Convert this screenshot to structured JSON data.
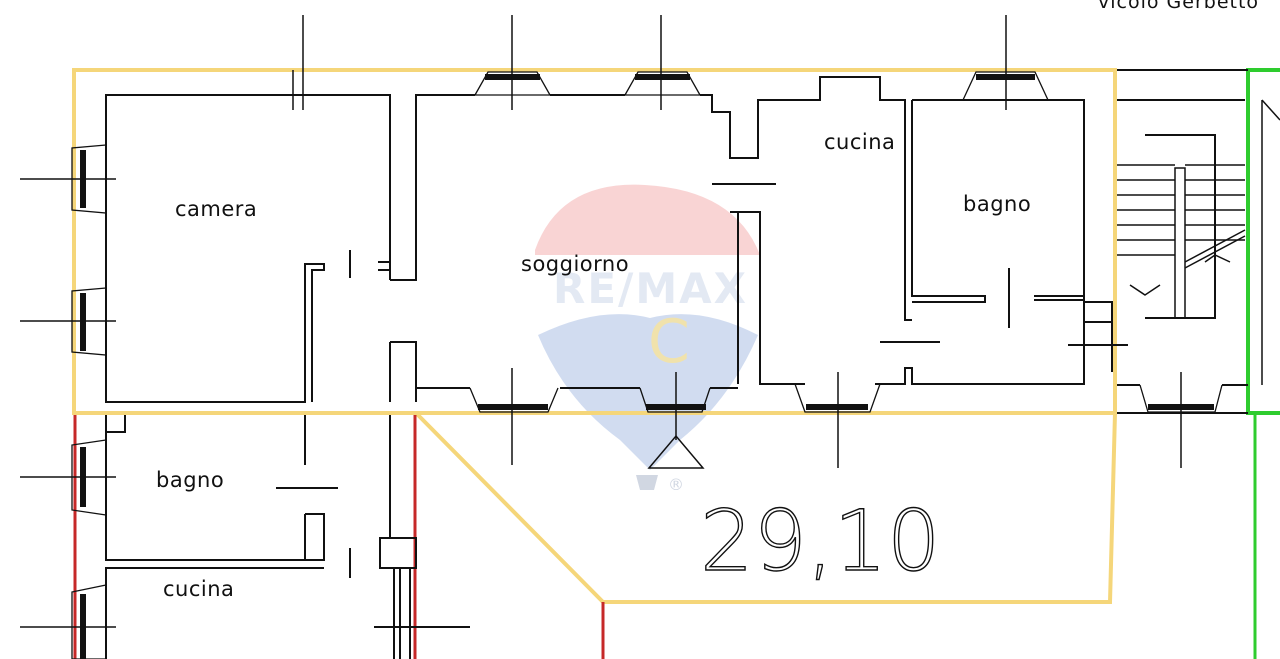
{
  "street_label": "vicolo Gerbetto",
  "rooms": {
    "camera": "camera",
    "soggiorno": "soggiorno",
    "cucina_main": "cucina",
    "bagno_main": "bagno",
    "bagno_lower": "bagno",
    "cucina_lower": "cucina"
  },
  "area_label": "29,10",
  "watermark": {
    "text": "RE/MAX",
    "letter": "C",
    "registered": "®"
  },
  "colors": {
    "wall": "#111111",
    "highlight_yellow": "#f5d67a",
    "boundary_red": "#c62828",
    "boundary_green": "#2ecc2e",
    "watermark_red": "#e8504f",
    "watermark_blue": "#3f6fbf",
    "watermark_gold": "#e8c23a"
  }
}
